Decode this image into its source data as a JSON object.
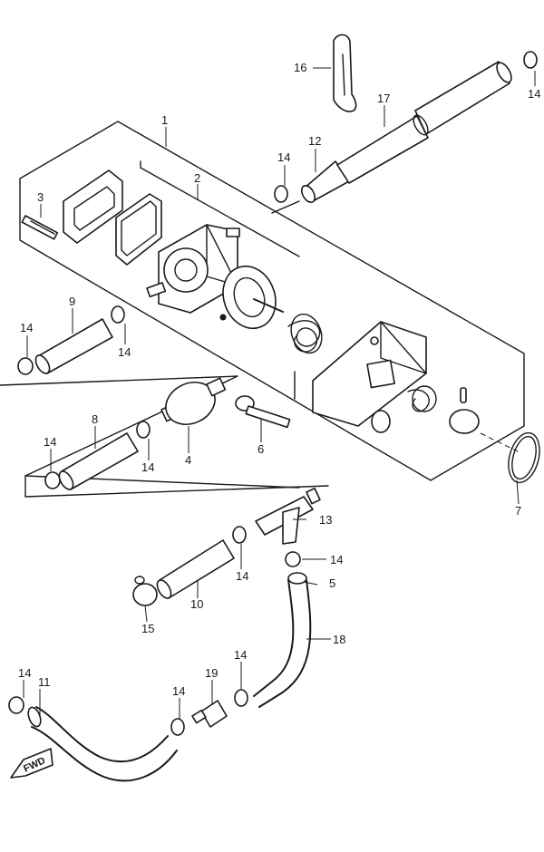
{
  "diagram": {
    "fwd_label": "FWD",
    "callouts": {
      "c1": "1",
      "c2": "2",
      "c3": "3",
      "c4": "4",
      "c5": "5",
      "c6": "6",
      "c7": "7",
      "c8": "8",
      "c9": "9",
      "c10": "10",
      "c11": "11",
      "c12": "12",
      "c13": "13",
      "c14_a": "14",
      "c14_b": "14",
      "c14_c": "14",
      "c14_d": "14",
      "c14_e": "14",
      "c14_f": "14",
      "c14_g": "14",
      "c14_h": "14",
      "c14_i": "14",
      "c14_j": "14",
      "c15": "15",
      "c16": "16",
      "c17": "17",
      "c18": "18",
      "c19": "19"
    }
  }
}
